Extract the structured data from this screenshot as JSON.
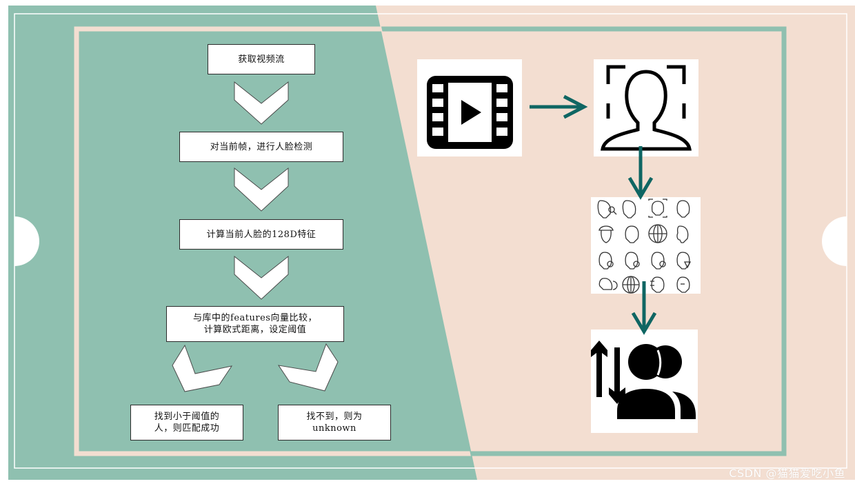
{
  "flowchart": {
    "steps": [
      "获取视频流",
      "对当前帧，进行人脸检测",
      "计算当前人脸的128D特征",
      "与库中的features向量比较，\n计算欧式距离，设定阈值"
    ],
    "outcomes": {
      "match": "找到小于阈值的\n人，则匹配成功",
      "unknown": "找不到，则为\nunknown"
    }
  },
  "icons": {
    "video": "video-film-icon",
    "face_scan": "face-scan-icon",
    "face_grid": "face-recognition-grid-icon",
    "people_sort": "people-sort-icon"
  },
  "colors": {
    "green_panel": "#8fc0b0",
    "peach_panel": "#f3ded1",
    "arrow": "#0f6663"
  },
  "watermark": "CSDN @猫猫爱吃小鱼"
}
